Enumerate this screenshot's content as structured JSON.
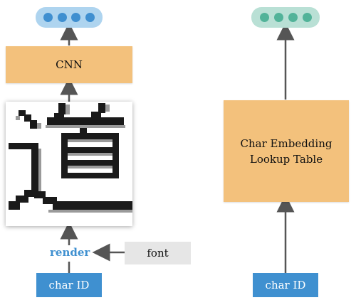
{
  "left": {
    "output_vector": {
      "dot_count": 4,
      "bg": "#aed4ef",
      "dot_color": "#3f8fd0"
    },
    "cnn_label": "CNN",
    "rendered_glyph": {
      "character": "道",
      "description": "pixelated rendering"
    },
    "render_label": "render",
    "font_label": "font",
    "char_id_label": "char ID"
  },
  "right": {
    "output_vector": {
      "dot_count": 4,
      "bg": "#b9e0d5",
      "dot_color": "#52b399"
    },
    "lookup_label_line1": "Char Embedding",
    "lookup_label_line2": "Lookup Table",
    "char_id_label": "char ID"
  },
  "colors": {
    "box_orange": "#f3c17c",
    "box_blue": "#3f90d0",
    "box_gray": "#e6e6e6",
    "arrow": "#555555"
  }
}
